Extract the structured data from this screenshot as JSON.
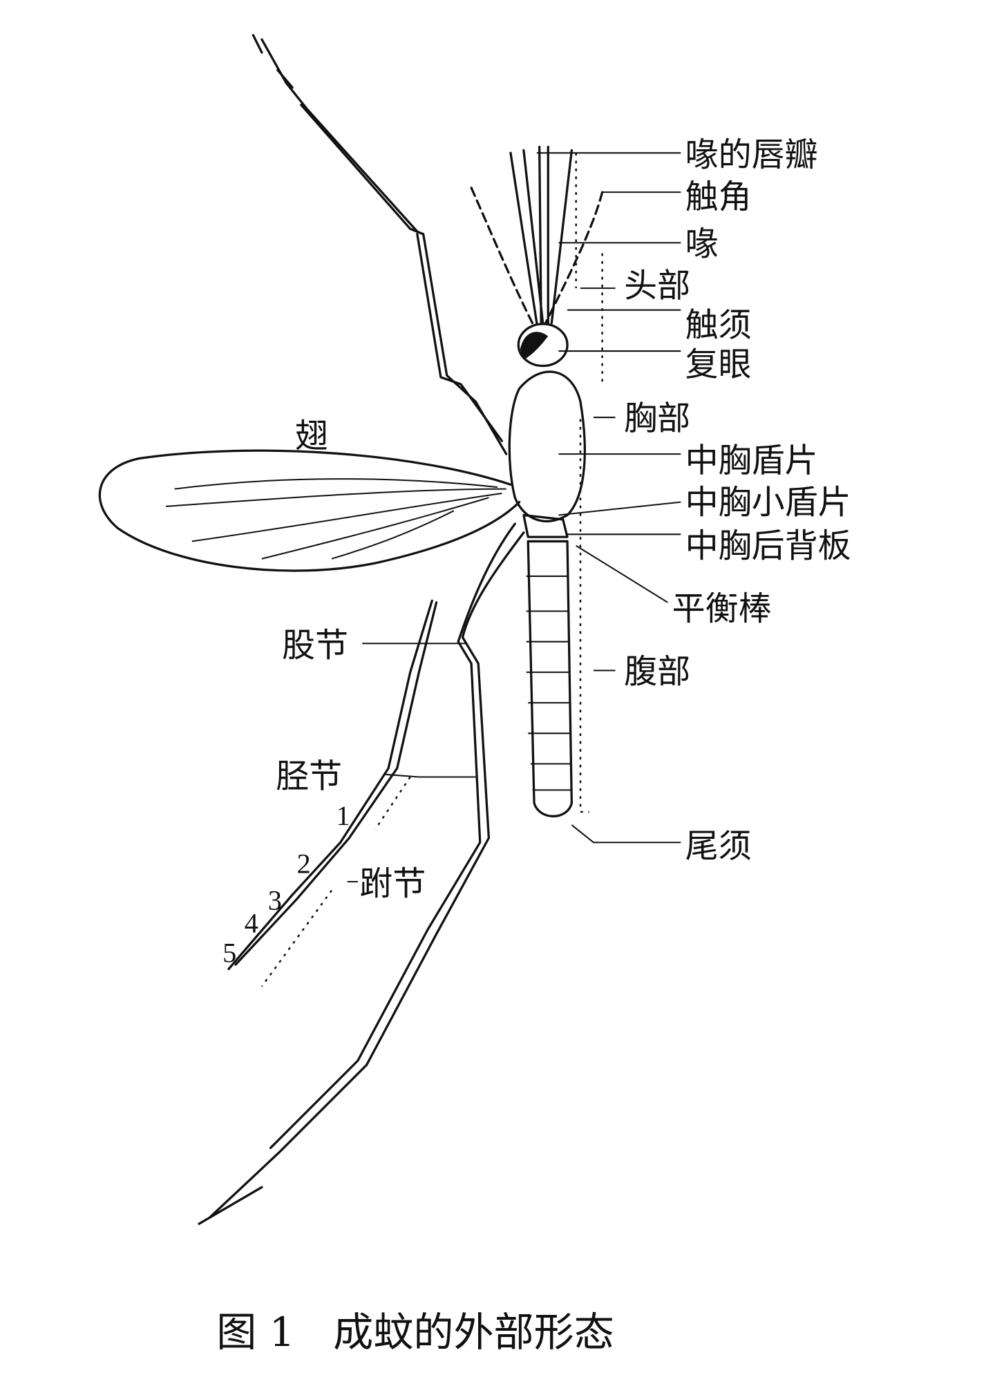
{
  "figure": {
    "caption": "图 1   成蚊的外部形态",
    "labels": {
      "labella": "喙的唇瓣",
      "antenna": "触角",
      "proboscis": "喙",
      "head": "头部",
      "palp": "触须",
      "compound_eye": "复眼",
      "thorax": "胸部",
      "scutum": "中胸盾片",
      "scutellum": "中胸小盾片",
      "postnotum": "中胸后背板",
      "halter": "平衡棒",
      "abdomen": "腹部",
      "cercus": "尾须",
      "wing": "翅",
      "femur": "股节",
      "tibia": "胫节",
      "tarsus": "跗节"
    },
    "tarsal_segments": [
      "1",
      "2",
      "3",
      "4",
      "5"
    ]
  }
}
